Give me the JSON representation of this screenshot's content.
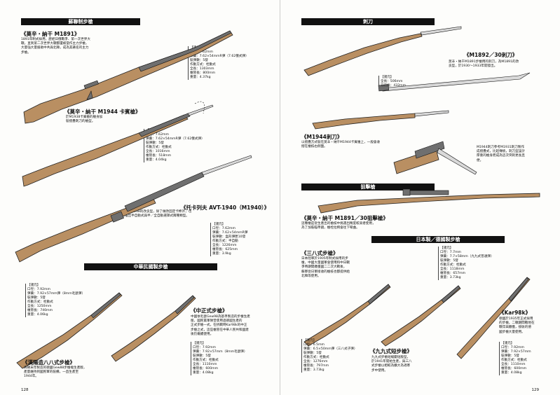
{
  "left_page": {
    "section_soviet": "蘇聯制步槍",
    "mosin_1891": {
      "title": "《莫辛・納干 M1891》",
      "desc": [
        "1891年制式採用，歷經日俄戰爭、第一次世界大",
        "戰，直到第二次世界大戰都還被當作主力步槍，",
        "大量強大量援助中共與北韓，成為其著名的主力",
        "步槍。"
      ],
      "spec": [
        "【諸元】",
        "口徑：7.62mm",
        "彈藥：7.62×54mmR彈（7.62俄式彈）",
        "裝彈數：5發",
        "作動方式：栓動式",
        "全長：1303mm",
        "槍管長：800mm",
        "重量：4.37kg"
      ]
    },
    "mosin_m1944": {
      "title": "《莫辛・納干 M1944 卡賓槍》",
      "desc": [
        "於M1938卡賓槍的槍身加",
        "裝摺疊刺刀的槍型。"
      ],
      "spec": [
        "【諸元】",
        "口徑：7.62mm",
        "彈藥：7.62×54mmR彈（7.62俄式彈）",
        "裝彈數：5發",
        "作動方式：栓動式",
        "全長：1016mm",
        "槍管長：518mm",
        "重量：4.04kg"
      ]
    },
    "svt_1940": {
      "title": "《托卡列夫 AVT-1940（M1940）》",
      "desc": [
        "SVT-1938的改良型，除了做改固定卡榫外，也",
        "推出半自動式與半／全自動選擇式兩種類型。"
      ],
      "spec": [
        "【諸元】",
        "口徑：7.62mm",
        "彈藥：7.62×54mmR彈",
        "裝彈數：盒形彈匣10發",
        "作動方式：半自動",
        "全長：1226mm",
        "槍管長：625mm",
        "重量：3.9kg"
      ]
    },
    "section_roc": "中華民國製步槍",
    "hanyang_88": {
      "spec": [
        "【諸元】",
        "口徑：7.92mm",
        "彈藥：7.92×57mm彈（8mm毛瑟彈）",
        "裝彈數：5發",
        "作動方式：栓動式",
        "全長：1250mm",
        "槍管長：740mm",
        "重量：4.06kg"
      ],
      "title": "《漢陽造八八式步槍》",
      "desc": [
        "清朝末年製造的德國Gew88步槍複生產版，",
        "產量維持到國民軍的裝備，一直生產至",
        "1944年。"
      ]
    },
    "chiang_kai_shek": {
      "title": "《中正式步槍》",
      "desc": [
        "中國依毛瑟Gew98為基準製造的步槍生產",
        "版，國民黨軍隊曾使用過德國生產的",
        "正式步槍一式，在抗戰時Kar98k的中正",
        "步槍之式，這些槍管在中華人民共和國建",
        "後仍繼續使用。"
      ],
      "spec": [
        "【諸元】",
        "口徑：7.92mm",
        "彈藥：7.92×57mm（8mm毛瑟彈）",
        "裝彈數：5發",
        "作動方式：栓動式",
        "全長：1110mm",
        "槍管長：600mm",
        "重量：4.08kg"
      ]
    },
    "page_number": "128"
  },
  "right_page": {
    "section_bayonet": "刺刀",
    "m1892": {
      "title": "《M1892／30刺刀》",
      "desc": [
        "莫辛・納干M1891步槍用的刺刀，為M1891的改",
        "良型，於1930～1933年開發出。"
      ],
      "spec": [
        "【諸元】",
        "全長：506mm",
        "刀刃長：432mm"
      ]
    },
    "m1944_bayonet": {
      "title": "《M1944刺刀》",
      "desc": [
        "以摺疊方式裝在莫辛・納干M1944卡賓槍上，一般會收",
        "摺在槍枝右側面。"
      ],
      "side_note": [
        "M1944刺刀參考M1931刺刀製作",
        "成摺疊式，比起傳統，刺刀型設計",
        "厚重的槍身而成為這次突刺更長且",
        "便。"
      ]
    },
    "section_sniper": "狙擊槍",
    "mosin_sniper": {
      "title": "《莫辛・納干 M1891／30狙擊槍》",
      "desc": [
        "這種槍是從生產出的槍枝中挑選出精度較高者使用，",
        "為了加裝瞄準鏡，槍栓拉柄會往下彎曲。"
      ]
    },
    "section_japan_germany": "日本製／德國製步槍",
    "type_38": {
      "title": "《三八式步槍》",
      "desc": [
        "日本陸軍於1905年制式採用的步",
        "槍，中國大量國軍會使用和中日戰",
        "爭時期間繳獲國二二次大戰後，",
        "蘇軍從日軍接收的槍枝也都提供給",
        "北韓等使用。"
      ],
      "spec": [
        "【諸元】",
        "口徑：6.5mm",
        "彈藥：6.5×50mm彈（三八式子彈）",
        "裝彈數：5發",
        "作動方式：栓動式",
        "全長：1276mm",
        "槍管長：797mm",
        "重量：3.73kg"
      ]
    },
    "type_99": {
      "spec": [
        "【諸元】",
        "口徑：7.7mm",
        "彈藥：7.7×58mm（九九式普通彈）",
        "裝彈數：5發",
        "作動方式：栓動式",
        "全長：1118mm",
        "槍管長：657mm",
        "重量：3.73kg"
      ],
      "title": "《九九式短步槍》",
      "desc": [
        "九九式步槍短縮變短版型，",
        "於1941年開始生產，與三八",
        "式步槍以相較為擴大為適寒",
        "步中使用。"
      ]
    },
    "kar98k": {
      "title": "《Kar98k》",
      "desc": [
        "德國於1935年正式採用",
        "的步槍，二戰期間戰地在",
        "戰俘與繳獲，接收的德",
        "國步槍大量使用。"
      ],
      "spec": [
        "【諸元】",
        "口徑：7.92mm",
        "彈藥：7.92×57mm",
        "裝彈數：5發",
        "作動方式：栓動式",
        "全長：1110mm",
        "槍管長：600mm",
        "重量：4.08kg"
      ]
    },
    "page_number": "129"
  }
}
